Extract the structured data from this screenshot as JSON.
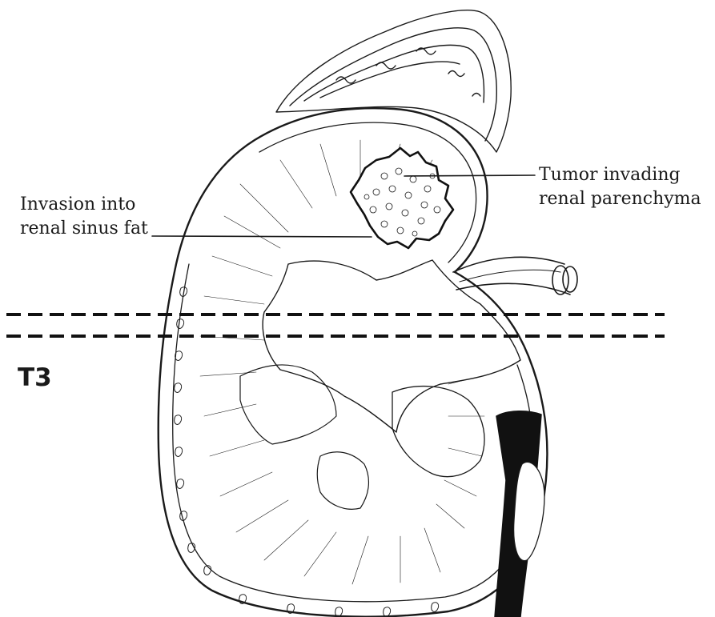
{
  "labels": {
    "tumor_line1": "Tumor invading",
    "tumor_line2": "renal parenchyma",
    "invasion_line1": "Invasion into",
    "invasion_line2": "renal sinus fat",
    "stage": "T3"
  },
  "colors": {
    "ink": "#1a1a1a",
    "background": "#ffffff"
  }
}
